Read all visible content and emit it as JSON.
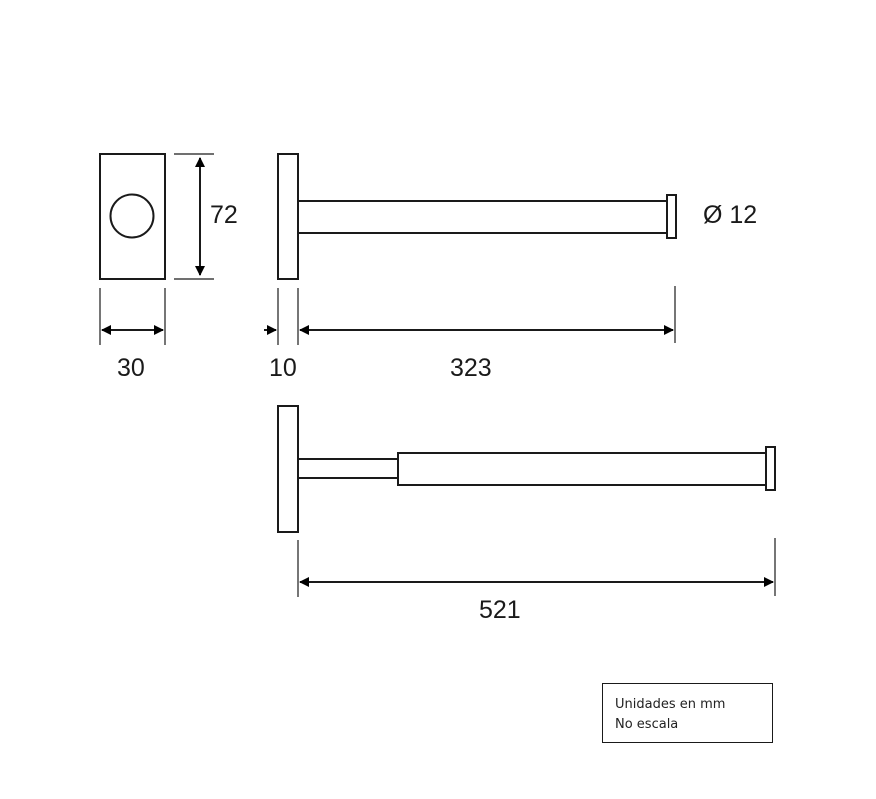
{
  "drawing": {
    "units_note": {
      "line1": "Unidades en mm",
      "line2": "No escala"
    },
    "views": {
      "front_plate": {
        "width_label": "30",
        "height_label": "72"
      },
      "side_retracted": {
        "plate_thickness_label": "10",
        "bar_length_label": "323",
        "diameter_label": "Ø 12"
      },
      "side_extended": {
        "total_length_label": "521"
      }
    },
    "colors": {
      "line": "#1a1a1a",
      "background": "#ffffff"
    }
  }
}
